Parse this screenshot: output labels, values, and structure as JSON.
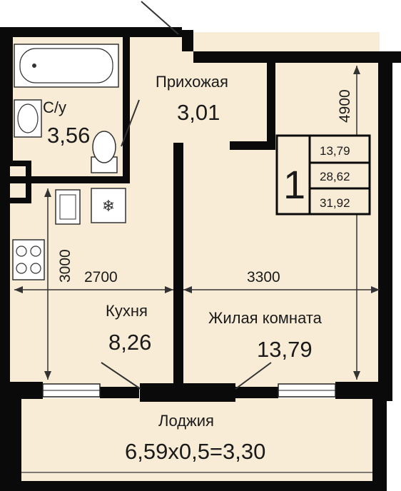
{
  "rooms": {
    "bathroom": {
      "name": "С/у",
      "area": "3,56"
    },
    "hallway": {
      "name": "Прихожая",
      "area": "3,01"
    },
    "kitchen": {
      "name": "Кухня",
      "area": "8,26"
    },
    "living": {
      "name": "Жилая комната",
      "area": "13,79"
    },
    "loggia": {
      "name": "Лоджия",
      "area": "6,59x0,5=3,30"
    }
  },
  "dimensions": {
    "kitchen_width": "2700",
    "living_width": "3300",
    "living_depth": "4900",
    "kitchen_depth": "3000"
  },
  "summary": {
    "rooms_count": "1",
    "living_area": "13,79",
    "living_total": "28,62",
    "total_area": "31,92"
  },
  "colors": {
    "floor": "#f8ecd6",
    "wall": "#0a0a0a",
    "background": "#ffffff"
  }
}
